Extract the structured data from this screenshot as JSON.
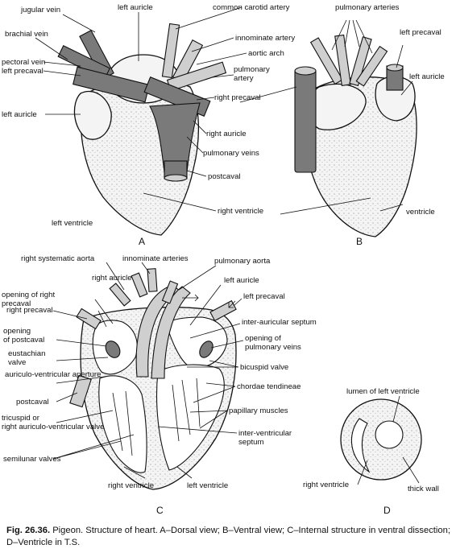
{
  "figure": {
    "panels": {
      "A": "A",
      "B": "B",
      "C": "C",
      "D": "D"
    },
    "labels_a": {
      "jugular_vein": "jugular vein",
      "left_auricle_top": "left auricle",
      "common_carotid_artery": "common carotid artery",
      "brachial_vein": "brachial vein",
      "innominate_artery": "innominate artery",
      "aortic_arch": "aortic arch",
      "pectoral_vein": "pectoral vein",
      "left_precaval": "left precaval",
      "pulmonary_artery": "pulmonary artery",
      "left_auricle_side": "left auricle",
      "right_precaval": "right precaval",
      "right_auricle": "right auricle",
      "pulmonary_veins": "pulmonary veins",
      "postcaval": "postcaval",
      "left_ventricle": "left ventricle",
      "right_ventricle": "right ventricle"
    },
    "labels_b": {
      "pulmonary_arteries": "pulmonary arteries",
      "left_precaval": "left precaval",
      "left_auricle": "left auricle",
      "ventricle": "ventricle"
    },
    "labels_c": {
      "right_systematic_aorta": "right systematic aorta",
      "innominate_arteries": "innominate arteries",
      "pulmonary_aorta": "pulmonary aorta",
      "opening_of_right_precaval": "opening of right precaval",
      "left_auricle": "left auricle",
      "right_auricle": "right auricle",
      "left_precaval": "left precaval",
      "right_precaval": "right precaval",
      "inter_auricular_septum": "inter-auricular septum",
      "opening_of_postcaval": "opening of postcaval",
      "opening_of_pulmonary_veins": "opening of pulmonary veins",
      "eustachian_valve": "eustachian valve",
      "bicuspid_valve": "bicuspid valve",
      "auriculo_ventricular_aperture": "auriculo-ventricular aperture",
      "chordae_tendineae": "chordae tendineae",
      "postcaval": "postcaval",
      "papillary_muscles": "papillary muscles",
      "tricuspid_valve": "tricuspid or right auriculo-ventricular valve",
      "inter_ventricular_septum": "inter-ventricular septum",
      "semilunar_valves": "semilunar valves",
      "right_ventricle": "right ventricle",
      "left_ventricle": "left ventricle"
    },
    "labels_d": {
      "lumen_of_left_ventricle": "lumen of left ventricle",
      "right_ventricle": "right ventricle",
      "thick_wall": "thick wall"
    },
    "caption": {
      "figure_number": "Fig. 26.36.",
      "text": "Pigeon. Structure of heart. A–Dorsal view; B–Ventral view; C–Internal structure in ventral dissection; D–Ventricle in T.S."
    }
  }
}
